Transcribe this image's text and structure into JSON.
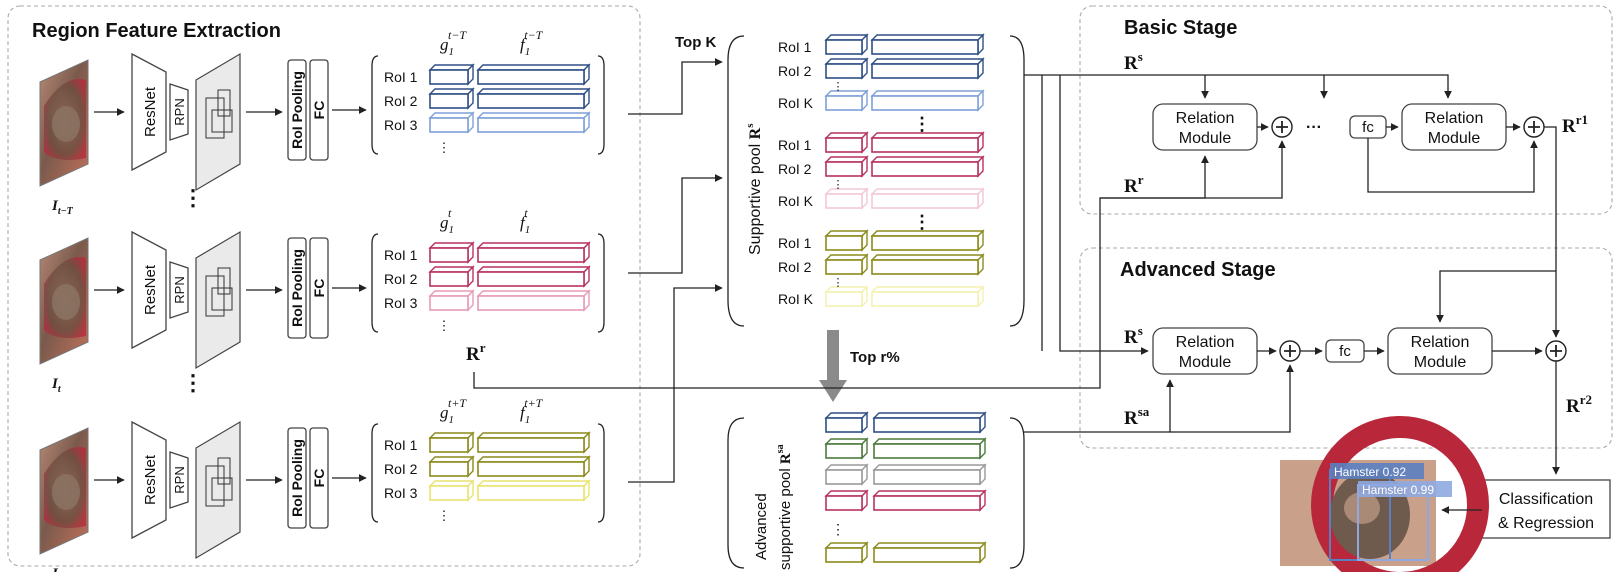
{
  "region": {
    "title": "Region Feature Extraction",
    "frames": [
      {
        "label": "I",
        "sub": "t−T"
      },
      {
        "label": "I",
        "sub": "t"
      },
      {
        "label": "I",
        "sub": "t+T"
      }
    ],
    "resnet": "ResNet",
    "rpn": "RPN",
    "roi_pooling": "RoI Pooling",
    "fc": "FC",
    "roi_labels": [
      "RoI 1",
      "RoI 2",
      "RoI 3"
    ],
    "dots": "⋮",
    "g_headers": [
      {
        "base": "g",
        "sub": "1",
        "sup": "t−T"
      },
      {
        "base": "g",
        "sub": "1",
        "sup": "t"
      },
      {
        "base": "g",
        "sub": "1",
        "sup": "t+T"
      }
    ],
    "f_headers": [
      {
        "base": "f",
        "sub": "1",
        "sup": "t−T"
      },
      {
        "base": "f",
        "sub": "1",
        "sup": "t"
      },
      {
        "base": "f",
        "sub": "1",
        "sup": "t+T"
      }
    ],
    "rr_label": {
      "base": "R",
      "sup": "r"
    }
  },
  "pool": {
    "top_k": "Top K",
    "label": "Supportive pool ",
    "symbol": {
      "base": "R",
      "sup": "s"
    },
    "roi_labels": [
      "RoI 1",
      "RoI 2",
      "RoI K"
    ],
    "top_r": "Top r%"
  },
  "adv_pool": {
    "line1": "Advanced",
    "line2": "supportive pool ",
    "symbol": {
      "base": "R",
      "sup": "sa"
    }
  },
  "basic": {
    "title": "Basic Stage",
    "rs": {
      "base": "R",
      "sup": "s"
    },
    "rr": {
      "base": "R",
      "sup": "r"
    },
    "module_line1": "Relation",
    "module_line2": "Module",
    "fc": "fc",
    "ellipsis": "···",
    "out": {
      "base": "R",
      "sup": "r1"
    }
  },
  "advanced": {
    "title": "Advanced Stage",
    "rs": {
      "base": "R",
      "sup": "s"
    },
    "rsa": {
      "base": "R",
      "sup": "sa"
    },
    "module_line1": "Relation",
    "module_line2": "Module",
    "fc": "fc",
    "out": {
      "base": "R",
      "sup": "r2"
    }
  },
  "output": {
    "classification_line1": "Classification",
    "classification_line2": "& Regression",
    "detections": [
      {
        "label": "Hamster 0.92",
        "color": "#5b7fc0"
      },
      {
        "label": "Hamster 0.99",
        "color": "#8fa8e0"
      }
    ]
  },
  "colors": {
    "navy": "#2f4f86",
    "crimson": "#b8325e",
    "olive": "#8a8a1c",
    "navy_light": "#7fa0d8",
    "crimson_light": "#e89ab7",
    "olive_light": "#e9e470",
    "crimson_pale": "#f3c8d9",
    "olive_pale": "#f4f1b0",
    "green": "#4c7a3c",
    "grey": "#9a9a9a",
    "plus": "#222222"
  }
}
